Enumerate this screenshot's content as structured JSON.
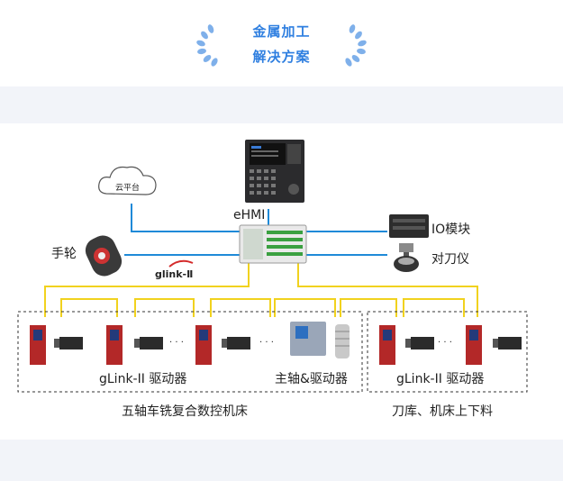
{
  "header": {
    "title_line1": "金属加工",
    "title_line2": "解决方案",
    "accent_color": "#2f7fe0"
  },
  "diagram": {
    "cloud_label": "云平台",
    "ehmi_label": "eHMI",
    "handwheel_label": "手轮",
    "io_label": "IO模块",
    "tool_setter_label": "对刀仪",
    "glink_logo": "glink-Ⅱ",
    "left_group": {
      "drivers_label": "gLink-II 驱动器",
      "spindle_label": "主轴&驱动器",
      "caption": "五轴车铣复合数控机床"
    },
    "right_group": {
      "drivers_label": "gLink-II 驱动器",
      "caption": "刀库、机床上下料"
    },
    "ellipsis": "· · ·",
    "line_colors": {
      "ethernet": "#1f8ad8",
      "glink_bus": "#f1d21e"
    }
  }
}
